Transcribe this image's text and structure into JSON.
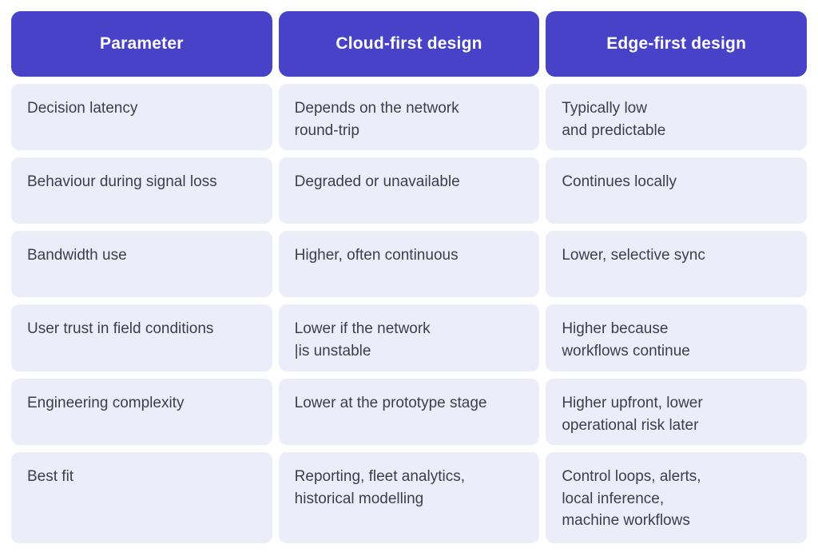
{
  "table": {
    "columns": [
      {
        "label": "Parameter"
      },
      {
        "label": "Cloud-first design"
      },
      {
        "label": "Edge-first design"
      }
    ],
    "rows": [
      {
        "parameter": "Decision latency",
        "cloud": "Depends on the network\nround-trip",
        "edge": "Typically low\nand predictable"
      },
      {
        "parameter": "Behaviour during signal loss",
        "cloud": "Degraded or unavailable",
        "edge": "Continues locally"
      },
      {
        "parameter": "Bandwidth use",
        "cloud": "Higher, often continuous",
        "edge": "Lower, selective sync"
      },
      {
        "parameter": "User trust in field conditions",
        "cloud": "Lower if the network\n|is unstable",
        "edge": "Higher because\nworkflows continue"
      },
      {
        "parameter": "Engineering complexity",
        "cloud": "Lower at the prototype stage",
        "edge": "Higher upfront, lower\noperational risk later"
      },
      {
        "parameter": "Best fit",
        "cloud": "Reporting, fleet analytics,\nhistorical modelling",
        "edge": "Control loops, alerts,\nlocal inference,\nmachine workflows"
      }
    ]
  },
  "colors": {
    "header_background": "#4742C8",
    "header_text": "#FFFFFF",
    "cell_background": "#ECEDF9",
    "cell_text": "#3B3F4B",
    "page_background": "#FFFFFF"
  }
}
